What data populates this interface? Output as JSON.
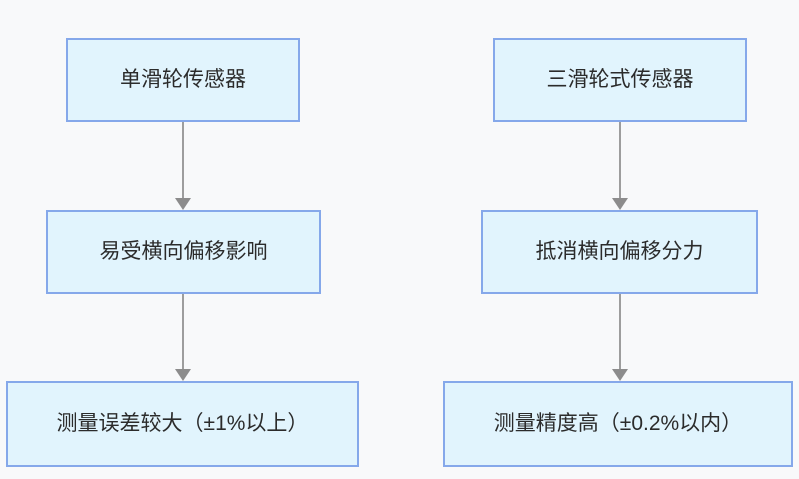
{
  "diagram": {
    "type": "flowchart",
    "direction": "top-down",
    "colors": {
      "background": "#f8f9fa",
      "node_fill": "#e1f4fd",
      "node_border": "#85a8ea",
      "text": "#2b2b2b",
      "arrow": "#9d9d9d",
      "arrowhead": "#8c8c8c"
    },
    "columns": [
      {
        "id": "single-pulley-sensor",
        "nodes": [
          {
            "label": "单滑轮传感器"
          },
          {
            "label": "易受横向偏移影响"
          },
          {
            "label": "测量误差较大（±1%以上）"
          }
        ]
      },
      {
        "id": "three-pulley-sensor",
        "nodes": [
          {
            "label": "三滑轮式传感器"
          },
          {
            "label": "抵消横向偏移分力"
          },
          {
            "label": "测量精度高（±0.2%以内）"
          }
        ]
      }
    ]
  }
}
